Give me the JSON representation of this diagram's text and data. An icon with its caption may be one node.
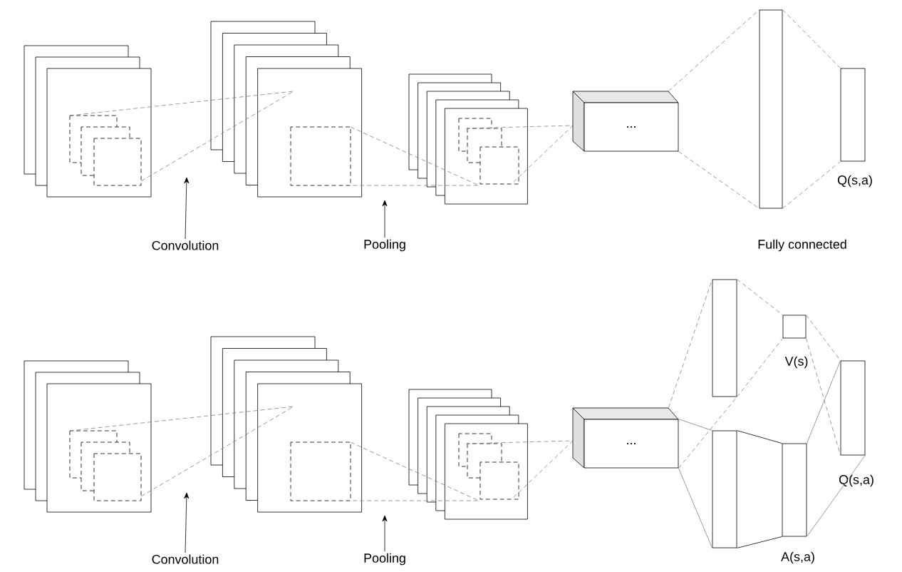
{
  "diagram": {
    "nodes": [
      {
        "text": [
          "Convolution"
        ]
      },
      {
        "text": [
          "Pooling"
        ]
      },
      {
        "text": [
          "..."
        ]
      },
      {
        "text": [],
        "shape": "bar"
      },
      {
        "text": [],
        "shape": "bar",
        "beside": [
          "Q(s,a)"
        ]
      },
      {
        "text": [
          "Convolution"
        ]
      },
      {
        "text": [
          "Pooling"
        ]
      },
      {
        "text": [
          "..."
        ]
      },
      {
        "text": [],
        "shape": "bar"
      },
      {
        "text": [],
        "shape": "box",
        "beside": [
          "V(s)"
        ]
      },
      {
        "text": [],
        "shape": "bar"
      },
      {
        "text": [],
        "shape": "bar",
        "beside": [
          "A(s,a)"
        ]
      },
      {
        "text": [],
        "shape": "bar",
        "beside": [
          "Q(s,a)"
        ]
      }
    ],
    "edges": [
      {
        "from": 0,
        "to": null,
        "arrow": "to",
        "color": "#000000"
      },
      {
        "from": 1,
        "to": null,
        "arrow": "to",
        "color": "#000000"
      },
      {
        "from": 2,
        "to": 3,
        "arrow": "none",
        "style": "dashed"
      },
      {
        "from": 2,
        "to": 3,
        "arrow": "none",
        "style": "dashed"
      },
      {
        "from": 3,
        "to": 4,
        "arrow": "none",
        "style": "dashed"
      },
      {
        "from": 3,
        "to": 4,
        "arrow": "none",
        "style": "dashed"
      },
      {
        "from": 5,
        "to": null,
        "arrow": "to",
        "color": "#000000"
      },
      {
        "from": 6,
        "to": null,
        "arrow": "to",
        "color": "#000000"
      },
      {
        "from": 7,
        "to": 8,
        "arrow": "none",
        "style": "dashed"
      },
      {
        "from": 7,
        "to": 8,
        "arrow": "none",
        "style": "dashed"
      },
      {
        "from": 7,
        "to": 10,
        "arrow": "none"
      },
      {
        "from": 7,
        "to": 10,
        "arrow": "none"
      },
      {
        "from": 10,
        "to": 11,
        "arrow": "none",
        "color": "#000000"
      },
      {
        "from": 10,
        "to": 11,
        "arrow": "none",
        "color": "#000000"
      },
      {
        "from": 8,
        "to": 9,
        "arrow": "none",
        "style": "dashed"
      },
      {
        "from": 8,
        "to": 9,
        "arrow": "none",
        "style": "dashed"
      },
      {
        "from": 9,
        "to": 12,
        "arrow": "none",
        "style": "dashed"
      },
      {
        "from": 9,
        "to": 12,
        "arrow": "none",
        "style": "dashed"
      },
      {
        "from": 11,
        "to": 12,
        "arrow": "none"
      },
      {
        "from": 11,
        "to": 12,
        "arrow": "none"
      }
    ],
    "labels": [
      "Fully connected"
    ]
  }
}
